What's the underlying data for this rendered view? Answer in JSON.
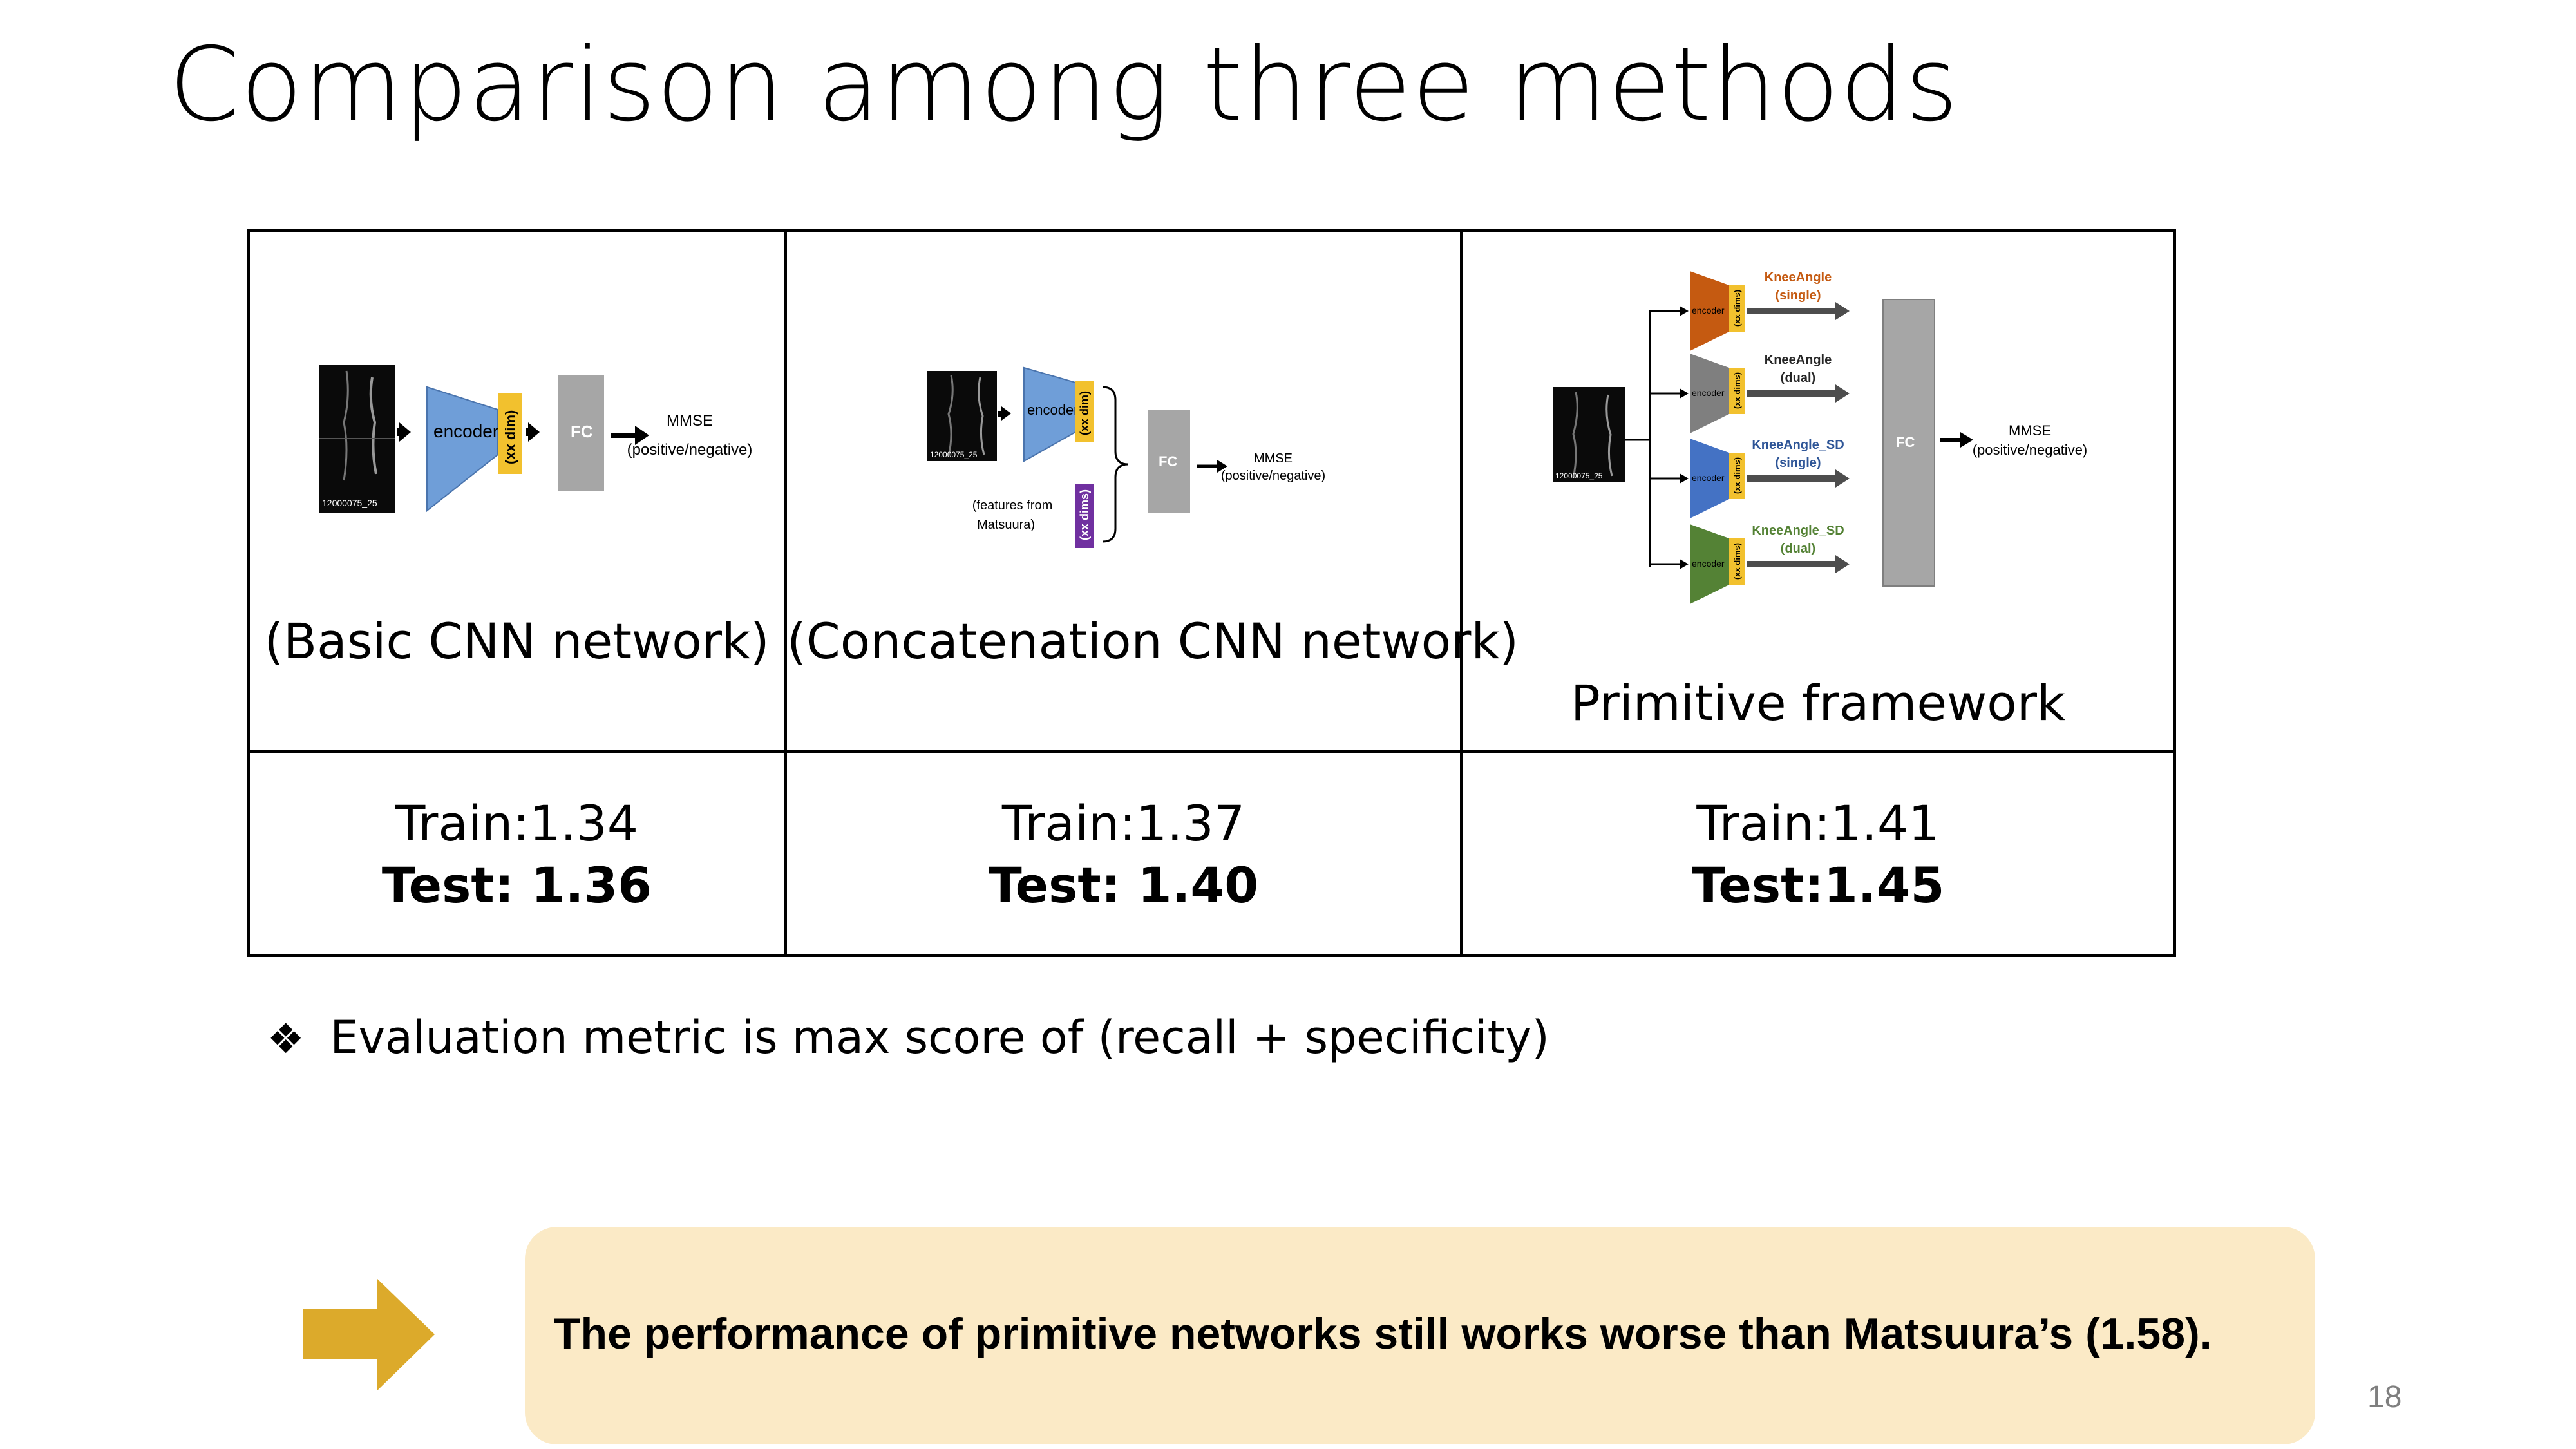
{
  "slide": {
    "title": "Comparison among three methods",
    "number": "18"
  },
  "methods": [
    {
      "caption": "(Basic CNN network)",
      "train": "Train:1.34",
      "test": "Test: 1.36",
      "diagram": {
        "image_label": "12000075_25",
        "encoder": "encoder",
        "feature": "(xx dim)",
        "fc": "FC",
        "output_line1": "MMSE",
        "output_line2": "(positive/negative)"
      }
    },
    {
      "caption": "(Concatenation CNN network)",
      "train": "Train:1.37",
      "test": "Test: 1.40",
      "diagram": {
        "image_label": "12000075_25",
        "encoder": "encoder",
        "feature": "(xx dim)",
        "extra_feature": "(xx dims)",
        "extra_label_line1": "(features from",
        "extra_label_line2": "Matsuura)",
        "fc": "FC",
        "output_line1": "MMSE",
        "output_line2": "(positive/negative)"
      }
    },
    {
      "caption": "Primitive framework",
      "train": "Train:1.41",
      "test": "Test:1.45",
      "diagram": {
        "image_label": "12000075_25",
        "encoder": "encoder",
        "feature": "(xx dims)",
        "branches": [
          {
            "line1": "KneeAngle",
            "line2": "(single)",
            "color": "#c55a11",
            "label_color": "#c55a11"
          },
          {
            "line1": "KneeAngle",
            "line2": "(dual)",
            "color": "#7f7f7f",
            "label_color": "#262626"
          },
          {
            "line1": "KneeAngle_SD",
            "line2": "(single)",
            "color": "#4472c4",
            "label_color": "#2e5597"
          },
          {
            "line1": "KneeAngle_SD",
            "line2": "(dual)",
            "color": "#548235",
            "label_color": "#548235"
          }
        ],
        "fc": "FC",
        "output_line1": "MMSE",
        "output_line2": "(positive/negative)"
      }
    }
  ],
  "note": {
    "bullet": "❖",
    "text": "Evaluation metric is max score of (recall + specificity)"
  },
  "callout": {
    "text": "The performance of primitive networks still works worse than Matsuura’s (1.58)."
  },
  "colors": {
    "encoder_blue": "#6f9ed8",
    "feature_yellow": "#f2c12e",
    "feature_purple": "#7030a0",
    "fc_gray": "#a6a6a6",
    "callout_bg": "#fbeac6",
    "callout_arrow": "#dcaa2b"
  }
}
